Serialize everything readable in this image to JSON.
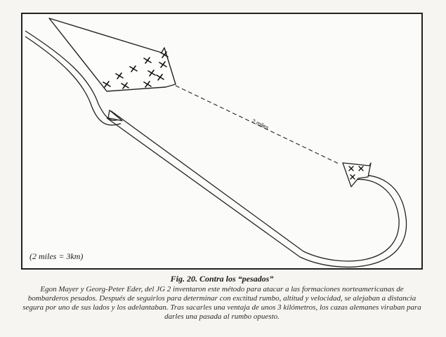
{
  "diagram": {
    "distance_label": "2 miles",
    "scale_note": "(2 miles = 3km)"
  },
  "caption": {
    "title": "Fig. 20. Contra los “pesados”",
    "body": "Egon Mayer y Georg-Peter Eder, del JG 2 inventaron este método para atacar a las formaciones norteamericanas de bombarderos pesados. Después de seguirlos para determinar con exctitud rumbo, altitud y velocidad, se alejaban a distancia segura por uno de sus lados y los adelantaban. Tras sacarles una ventaja de unos 3 kilómetros, los cazas alemanes viraban para darles una pasada al rumbo opuesto."
  }
}
